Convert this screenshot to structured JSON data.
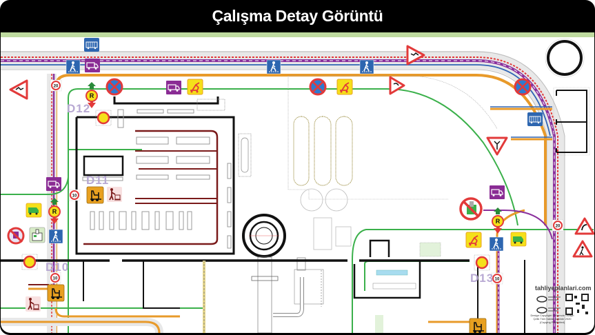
{
  "header": {
    "title": "Çalışma Detay Görüntü"
  },
  "docks": [
    {
      "id": "D10",
      "label": "D10"
    },
    {
      "id": "D11",
      "label": "D11"
    },
    {
      "id": "D12",
      "label": "D12"
    },
    {
      "id": "D13",
      "label": "D13"
    }
  ],
  "speed_limits": {
    "main": "10",
    "road": "20",
    "ring": "20"
  },
  "reservation_label": "R",
  "branding": {
    "website": "tahliyeplanlari.com",
    "copyright": "Design Copyright © Kamu/e Dizayn Çelik Tüm hakları saklıdır 2020 (Copying Prohibited)"
  },
  "colors": {
    "header_bg": "#000000",
    "route_orange": "#e89a2a",
    "route_purple": "#8a2f9c",
    "route_green": "#3ab04a",
    "route_blue": "#2f64b4",
    "route_red": "#e23a3a",
    "wall_maroon": "#7a1a1a",
    "sign_blue": "#2d66b0",
    "sign_purple": "#8a2c94",
    "sign_yellow": "#f5e01a",
    "dock_label": "#b8a9d3",
    "top_band": "#bfdba0"
  },
  "signs": [
    {
      "name": "pedestrian-crossing",
      "icon": "pedestrian-icon"
    },
    {
      "name": "truck-route",
      "icon": "truck-icon"
    },
    {
      "name": "bus-route",
      "icon": "bus-icon"
    },
    {
      "name": "no-stopping",
      "icon": "no-stopping-icon"
    },
    {
      "name": "forklift-warning",
      "icon": "forklift-icon"
    },
    {
      "name": "scissor-lift",
      "icon": "scissor-lift-icon"
    },
    {
      "name": "pallet-truck",
      "icon": "pallet-truck-icon"
    },
    {
      "name": "slippery-road",
      "icon": "slippery-road-warning-icon"
    },
    {
      "name": "sharp-curve",
      "icon": "curve-warning-icon"
    },
    {
      "name": "pedestrian-warning",
      "icon": "pedestrian-warning-icon"
    },
    {
      "name": "yield",
      "icon": "yield-icon"
    },
    {
      "name": "no-forklift-with-load",
      "icon": "no-forklift-icon"
    },
    {
      "name": "vehicle-parking",
      "icon": "van-icon"
    },
    {
      "name": "badge-id",
      "icon": "id-card-icon"
    },
    {
      "name": "dock-light",
      "icon": "dock-light-icon"
    }
  ]
}
